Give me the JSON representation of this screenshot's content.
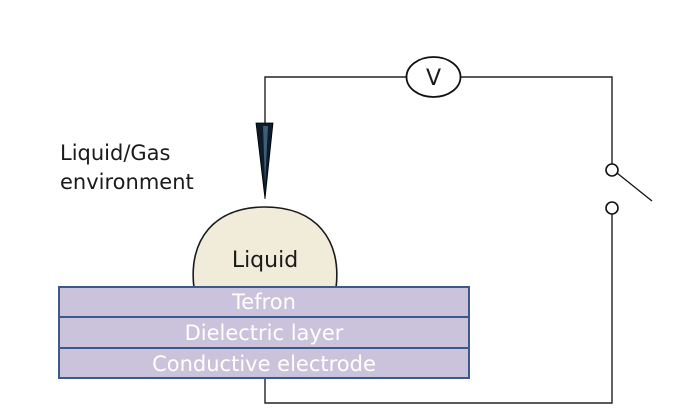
{
  "labels": {
    "environment_line1": "Liquid/Gas",
    "environment_line2": "environment",
    "droplet": "Liquid",
    "voltmeter": "V"
  },
  "layers": [
    {
      "label": "Tefron"
    },
    {
      "label": "Dielectric layer"
    },
    {
      "label": "Conductive electrode"
    }
  ],
  "colors": {
    "layer_fill": "#cbc3dc",
    "layer_border": "#3b5a8c",
    "droplet_fill": "#f0ecd9",
    "wire": "#222222",
    "needle": "#0c1c2c"
  },
  "icons": {
    "switch": "open-switch-icon",
    "needle": "needle-electrode-icon"
  }
}
